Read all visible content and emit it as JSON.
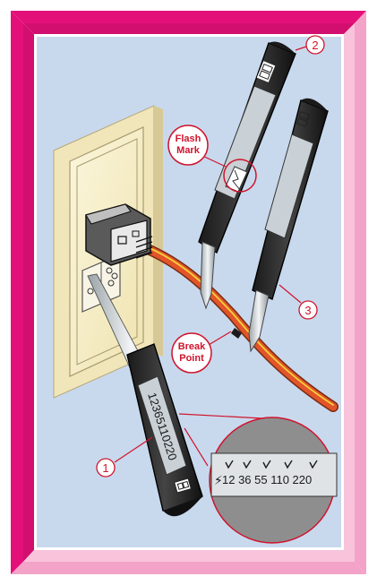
{
  "callouts": {
    "one": "1",
    "two": "2",
    "three": "3"
  },
  "annotations": {
    "flash_line1": "Flash",
    "flash_line2": "Mark",
    "break_line1": "Break",
    "break_line2": "Point"
  },
  "tester_scale": "12365110220",
  "zoom_scale": "12 36 55 110 220",
  "colors": {
    "frame_magenta": "#e4107a",
    "frame_pink": "#f3a3c7",
    "background_blue": "#c8d9ee",
    "accent_red": "#d0142c",
    "cable_orange": "#e2552a"
  }
}
